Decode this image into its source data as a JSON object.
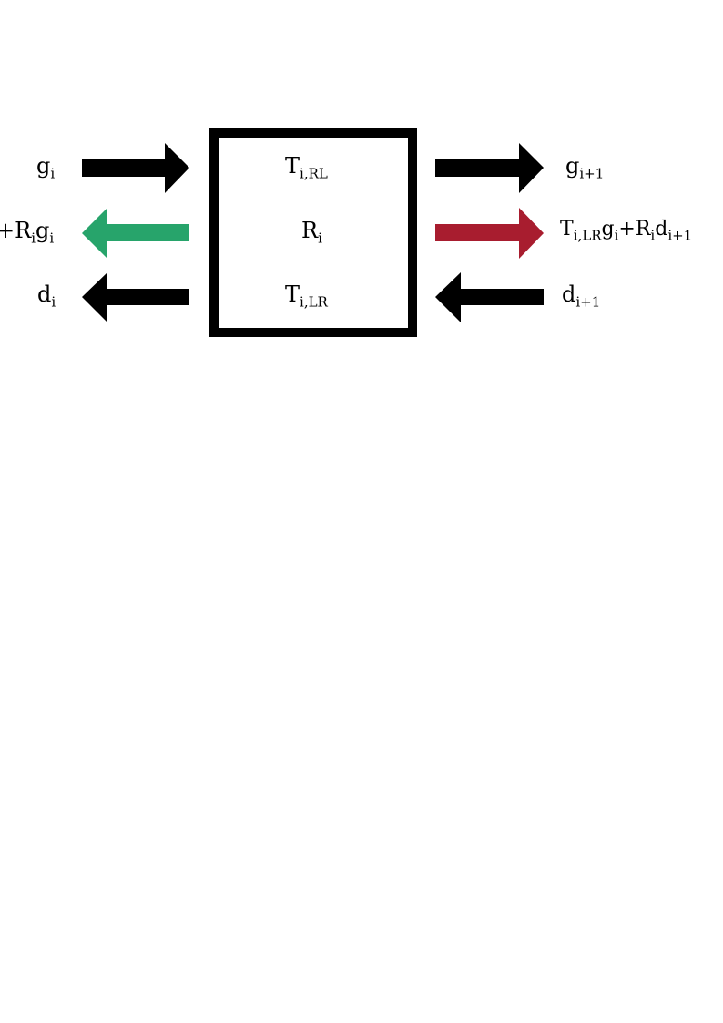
{
  "colors": {
    "arrow_default": "#000000",
    "arrow_green": "#27a46b",
    "arrow_red": "#a81d2f",
    "box_border": "#000000"
  },
  "box": {
    "top_label": {
      "base": "T",
      "sub": "i,RL"
    },
    "middle_label": {
      "base": "R",
      "sub": "i"
    },
    "bottom_label": {
      "base": "T",
      "sub": "i,LR"
    }
  },
  "left": {
    "top": {
      "base": "g",
      "sub": "i"
    },
    "middle": {
      "p1": "+R",
      "s1": "i",
      "p2": "g",
      "s2": "i"
    },
    "bottom": {
      "base": "d",
      "sub": "i"
    }
  },
  "right": {
    "top": {
      "base": "g",
      "sub": "i+1"
    },
    "middle": {
      "p1": "T",
      "s1": "i,LR",
      "p2": "g",
      "s2": "i",
      "p3": "+R",
      "s3": "i",
      "p4": "d",
      "s4": "i+1"
    },
    "bottom": {
      "base": "d",
      "sub": "i+1"
    }
  }
}
